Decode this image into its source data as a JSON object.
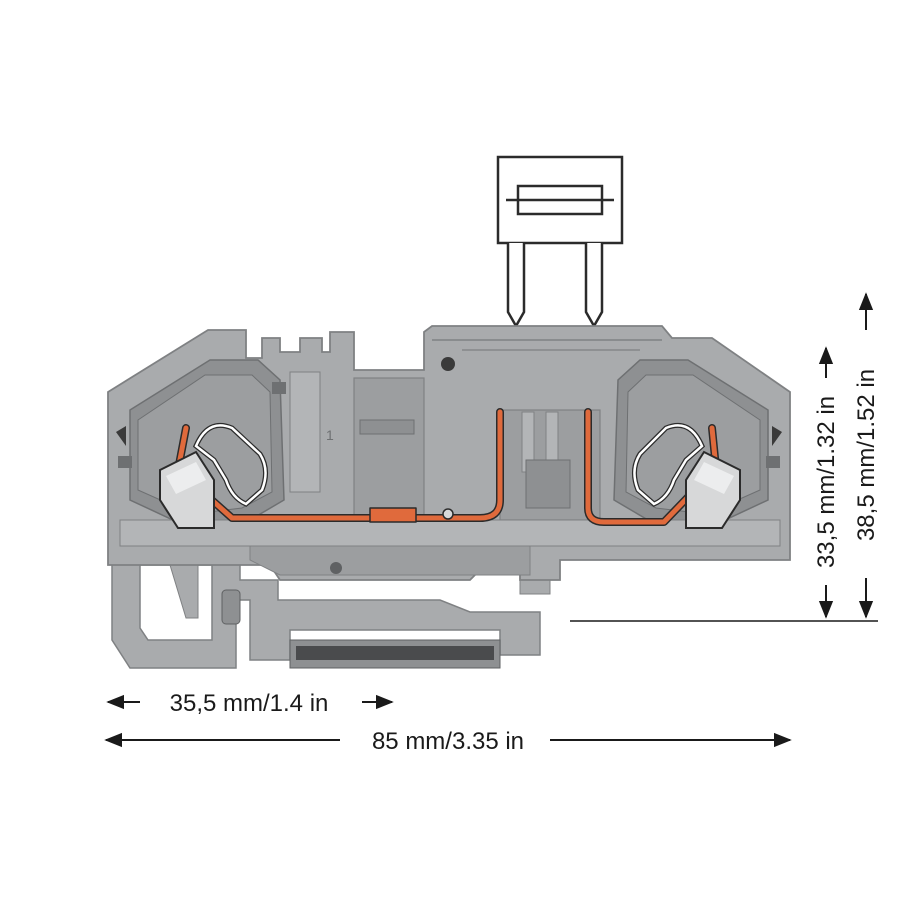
{
  "colors": {
    "housing": "#a9abad",
    "housing_dark": "#7f8183",
    "housing_shadow": "#8e9092",
    "outline": "#2b2b2b",
    "busbar": "#e06a3c",
    "clamp_metal": "#d7d8d9",
    "dimension_line": "#1a1a1a",
    "background": "#ffffff"
  },
  "dimensions": {
    "partial_width": "35,5 mm/1.4 in",
    "total_width": "85 mm/3.35 in",
    "partial_height": "33,5 mm/1.32 in",
    "total_height": "38,5 mm/1.52 in"
  },
  "housing": {
    "position_marker": "1"
  }
}
